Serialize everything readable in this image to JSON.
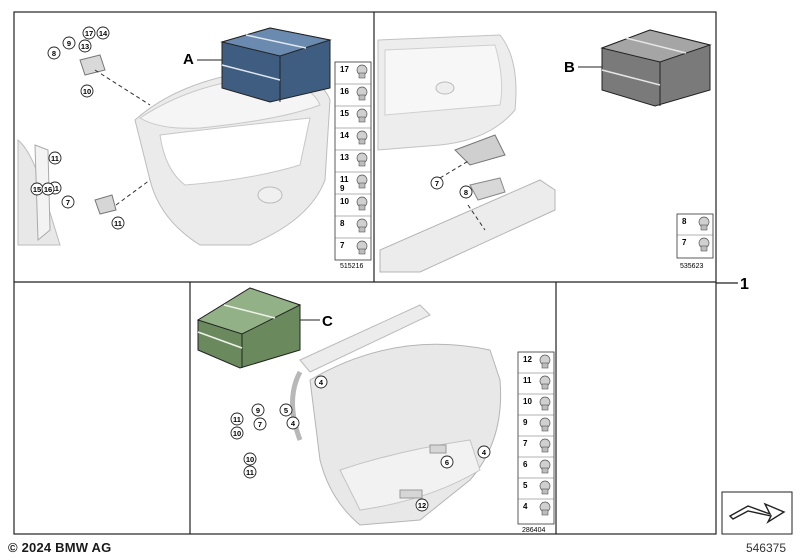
{
  "footer": {
    "copyright": "© 2024 BMW AG",
    "diagram_number": "546375"
  },
  "main_callout": "1",
  "kits": [
    {
      "label": "A",
      "color": "#4f6f94"
    },
    {
      "label": "B",
      "color": "#8c8c8c"
    },
    {
      "label": "C",
      "color": "#7e9c72"
    }
  ],
  "panel_a": {
    "legend": [
      "17",
      "16",
      "15",
      "14",
      "13",
      "11\n9",
      "10",
      "8",
      "7"
    ],
    "ref": "515216",
    "callouts": [
      "17",
      "14",
      "9",
      "13",
      "8",
      "10",
      "11",
      "11",
      "15",
      "16",
      "7",
      "11"
    ]
  },
  "panel_b": {
    "legend": [
      "8",
      "7"
    ],
    "ref": "535623",
    "callouts": [
      "7",
      "8"
    ]
  },
  "panel_c": {
    "legend": [
      "12",
      "11",
      "10",
      "9",
      "7",
      "6",
      "5",
      "4"
    ],
    "ref": "286404",
    "callouts": [
      "4",
      "9",
      "5",
      "7",
      "4",
      "11",
      "10",
      "10",
      "11",
      "6",
      "4",
      "12"
    ]
  }
}
